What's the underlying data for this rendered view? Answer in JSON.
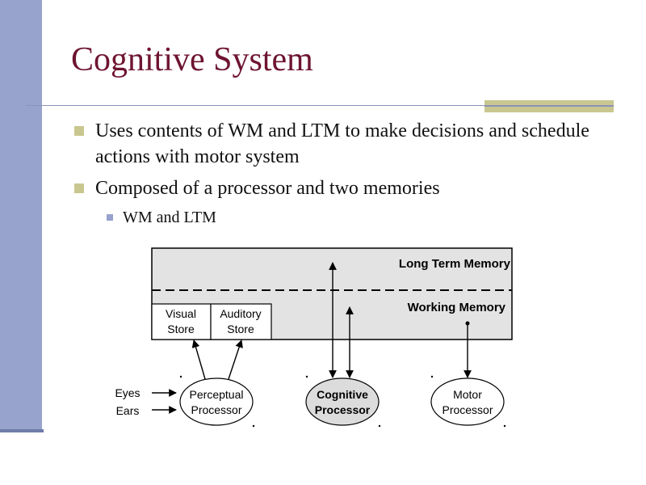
{
  "slide": {
    "title": "Cognitive System",
    "bullets": [
      {
        "text": "Uses contents of WM and LTM to make decisions and schedule actions with motor system"
      },
      {
        "text": "Composed of a processor and two memories"
      }
    ],
    "sub_bullets": [
      {
        "text": "WM and LTM"
      }
    ]
  },
  "diagram": {
    "long_term_memory": "Long Term Memory",
    "working_memory": "Working Memory",
    "visual_store": [
      "Visual",
      "Store"
    ],
    "auditory_store": [
      "Auditory",
      "Store"
    ],
    "perceptual_processor": [
      "Perceptual",
      "Processor"
    ],
    "cognitive_processor": [
      "Cognitive",
      "Processor"
    ],
    "motor_processor": [
      "Motor",
      "Processor"
    ],
    "inputs": [
      "Eyes",
      "Ears"
    ]
  },
  "colors": {
    "title": "#6e1430",
    "left_bar": "#97a3cc",
    "accent": "#c9c78f",
    "memory_fill": "#e3e3e3",
    "cognitive_fill": "#dcdcdc"
  }
}
